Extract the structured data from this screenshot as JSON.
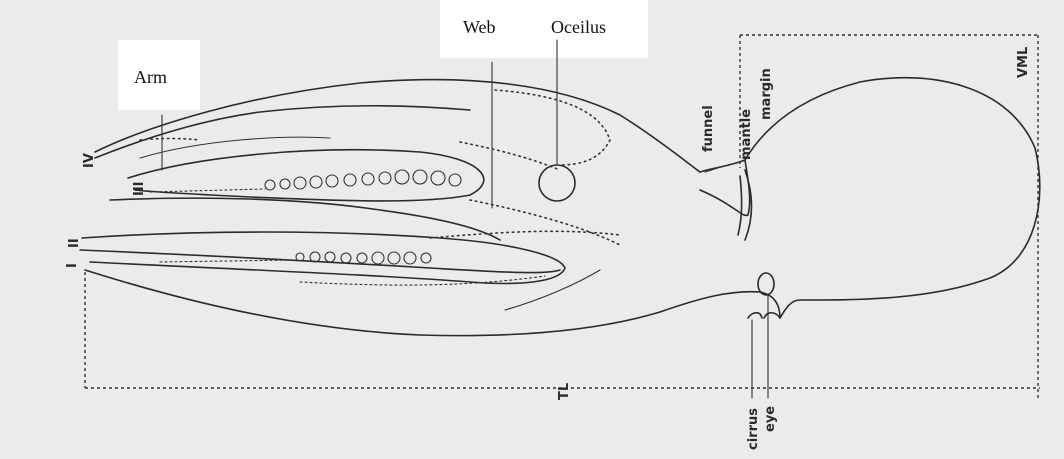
{
  "labels": {
    "arm": "Arm",
    "web": "Web",
    "ocellus": "Oceilus"
  },
  "handwritten": {
    "funnel": "funnel",
    "mantle": "mantle",
    "margin": "margin",
    "vml": "VML",
    "tl": "TL",
    "cirrus": "cirrus",
    "eye": "eye",
    "arm_iv": "IV",
    "arm_iii": "III",
    "arm_ii": "II",
    "arm_i": "I"
  },
  "colors": {
    "paper": "#ebebea",
    "ink": "#2b2b2b",
    "label_box": "#ffffff"
  }
}
